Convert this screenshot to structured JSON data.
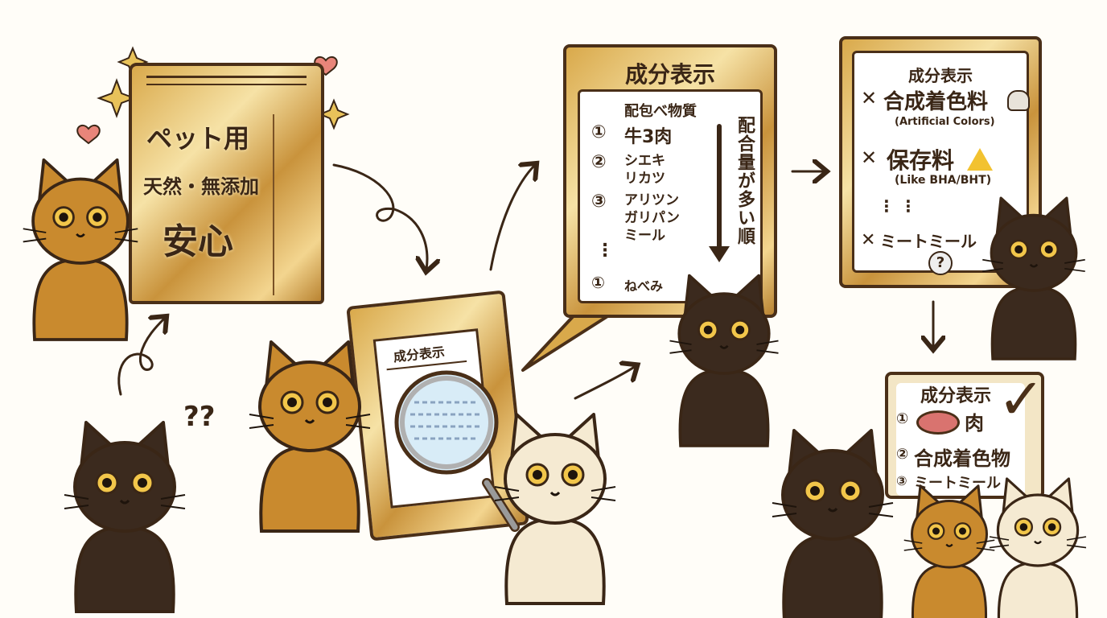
{
  "bag_front": {
    "line1": "ペット用",
    "line2": "天然・無添加",
    "line3": "安心"
  },
  "bag_back": {
    "label_title": "成分表示"
  },
  "confused_cat": {
    "question": "??"
  },
  "panel_order": {
    "title": "成分表示",
    "subtitle": "配包べ物質",
    "items": [
      {
        "num": "①",
        "text": "牛3肉"
      },
      {
        "num": "②",
        "text": "シエキ\nリカツ"
      },
      {
        "num": "③",
        "text": "アリツン\nガリパン\nミール"
      },
      {
        "num": "⋮",
        "text": ""
      },
      {
        "num": "①",
        "text": "ねべみ"
      }
    ],
    "arrow_label": "配合量が多い順"
  },
  "panel_avoid": {
    "title": "成分表示",
    "items": [
      {
        "mark": "✕",
        "text": "合成着色料",
        "note": "(Artificial Colors)",
        "icon": "skull-icon"
      },
      {
        "mark": "✕",
        "text": "保存料",
        "note": "(Like BHA/BHT)",
        "icon": "warning-icon"
      },
      {
        "mark": "⋮ ⋮",
        "text": "",
        "note": "",
        "icon": ""
      },
      {
        "mark": "✕",
        "text": "ミートミール",
        "note": "",
        "icon": "question-bubble-icon"
      }
    ],
    "question": "?"
  },
  "panel_good": {
    "title": "成分表示",
    "items": [
      {
        "num": "①",
        "text": "肉",
        "icon": "meat-icon"
      },
      {
        "num": "②",
        "text": "合成着色物"
      },
      {
        "num": "③",
        "text": "ミートミール"
      }
    ],
    "check": "✓"
  },
  "colors": {
    "outline": "#4a2f18",
    "gold": "#d9a94b",
    "tabby": "#c98a2e",
    "black_cat": "#3b2a1e",
    "calico_white": "#f5ead2",
    "heart": "#e8857a"
  }
}
